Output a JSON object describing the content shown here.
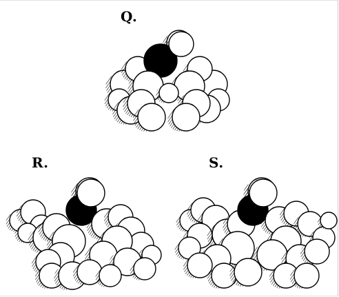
{
  "panels": [
    {
      "id": "q",
      "label": "Q."
    },
    {
      "id": "r",
      "label": "R."
    },
    {
      "id": "s",
      "label": "S."
    }
  ],
  "colors": {
    "background": "#ffffff",
    "outline": "#000000",
    "dark_atom": "#000000",
    "hatch": "#000000"
  }
}
